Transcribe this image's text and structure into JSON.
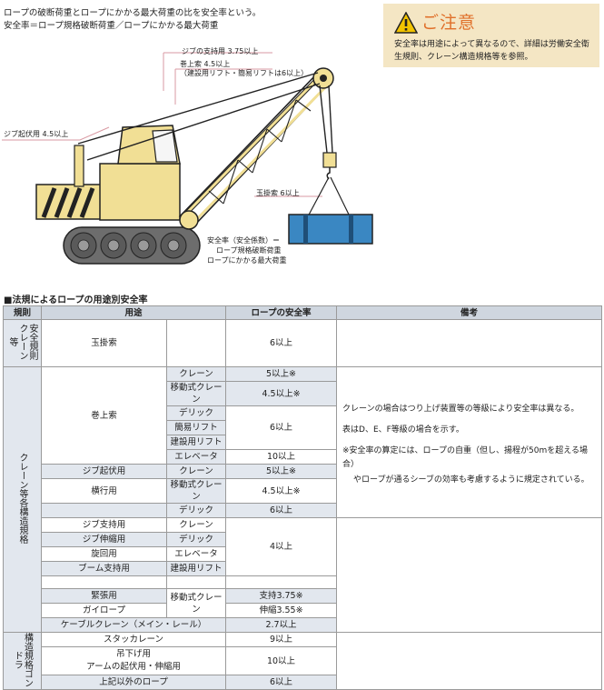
{
  "intro": {
    "line1": "ロープの破断荷重とロープにかかる最大荷重の比を安全率という。",
    "line2": "安全率＝ロープ規格破断荷重／ロープにかかる最大荷重"
  },
  "caution": {
    "title": "ご注意",
    "text": "安全率は用途によって異なるので、詳細は労働安全衛生規則、クレーン構造規格等を参照。",
    "icon": "warning-triangle-icon",
    "colors": {
      "bg": "#f4e6c4",
      "title": "#e0702a",
      "icon": "#f2c300"
    }
  },
  "illustration": {
    "label_jib_support": "ジブの支持用 3.75以上",
    "label_hoist_1": "巻上索 4.5以上",
    "label_hoist_2": "（建設用リフト・簡易リフトは6以上）",
    "label_jib_raise": "ジブ起伏用 4.5以上",
    "label_sling": "玉掛索 6以上",
    "label_formula_1": "安全率（安全係数）＝",
    "label_formula_2": "ロープ規格破断荷重",
    "label_formula_3": "ロープにかかる最大荷重",
    "colors": {
      "body": "#f1df95",
      "track": "#6d6d6d",
      "load": "#3a87c2",
      "leader": "#d99aa3"
    }
  },
  "section_title": "■法規によるロープの用途別安全率",
  "table": {
    "headers": {
      "rule": "規則",
      "use": "用途",
      "sf": "ロープの安全率",
      "remarks": "備考"
    },
    "g1": "安全規則クレーン等",
    "g2": "クレーン等各構造規格",
    "g3": "構造規格ゴンドラ",
    "r_tamakake": "玉掛索",
    "v_6": "6以上",
    "makiage": "巻上索",
    "crane": "クレーン",
    "v_5": "5以上※",
    "mobile_crane": "移動式クレーン",
    "v_45": "4.5以上※",
    "derrick": "デリック",
    "simple_lift": "簡易リフト",
    "constr_lift": "建設用リフト",
    "elevator": "エレベータ",
    "v_10": "10以上",
    "jib_raise": "ジブ起伏用",
    "crane2": "クレーン",
    "v_5b": "5以上※",
    "traverse": "横行用",
    "mobile_crane2": "移動式クレーン",
    "v_45b": "4.5以上※",
    "derrick2": "デリック",
    "v_6b": "6以上",
    "jib_support": "ジブ支持用",
    "crane3": "クレーン",
    "jib_extend": "ジブ伸縮用",
    "derrick3": "デリック",
    "slewing": "旋回用",
    "elevator2": "エレベータ",
    "boom_support": "ブーム支持用",
    "constr_lift2": "建設用リフト",
    "v_4": "4以上",
    "tension": "緊張用",
    "guy": "ガイロープ",
    "mobile_crane3": "移動式クレーン",
    "v_support": "支持3.75※",
    "v_extend": "伸縮3.55※",
    "cable_crane": "ケーブルクレーン（メイン・レール）",
    "v_27": "2.7以上",
    "stacker": "スタッカレーン",
    "v_9": "9以上",
    "hang1": "吊下げ用",
    "hang2": "アームの起伏用・伸縮用",
    "v_10b": "10以上",
    "others": "上記以外のロープ",
    "v_6c": "6以上",
    "rem1": "クレーンの場合はつり上げ装置等の等級により安全率は異なる。",
    "rem2": "表はD、E、F等級の場合を示す。",
    "rem3": "※安全率の算定には、ロープの自重（但し、揚程が50mを超える場合）",
    "rem4": "やロープが通るシーブの効率も考慮するように規定されている。"
  }
}
